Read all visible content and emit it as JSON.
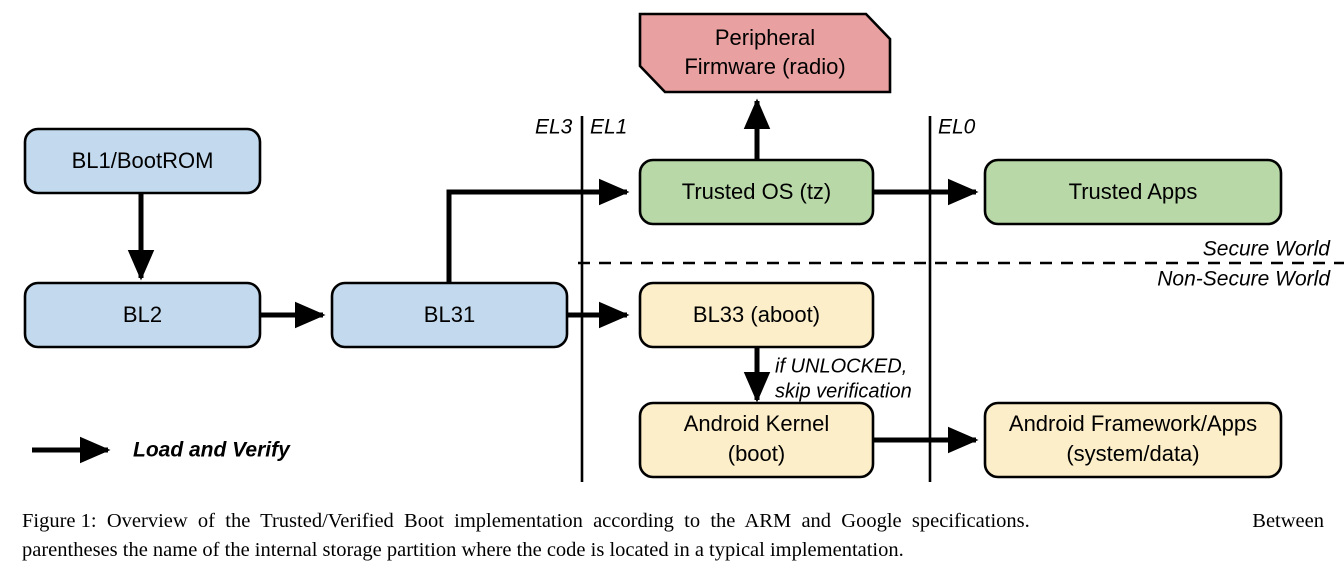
{
  "figure": {
    "caption_label": "Figure 1:",
    "caption_line1_left": "Figure 1:  Overview  of  the  Trusted/Verified  Boot  implementation  according  to  the  ARM  and  Google  specifications.",
    "caption_line1_right": "Between",
    "caption_line2": "parentheses the name of the internal storage partition where the code is located in a typical implementation."
  },
  "diagram": {
    "nodes": [
      {
        "id": "bl1",
        "label": "BL1/BootROM",
        "color": "#c3daee"
      },
      {
        "id": "bl2",
        "label": "BL2",
        "color": "#c3daee"
      },
      {
        "id": "bl31",
        "label": "BL31",
        "color": "#c3daee"
      },
      {
        "id": "periph",
        "label_line1": "Peripheral",
        "label_line2": "Firmware (radio)",
        "color": "#e8a0a0"
      },
      {
        "id": "tos",
        "label": "Trusted OS (tz)",
        "color": "#b8d8a8"
      },
      {
        "id": "tapps",
        "label": "Trusted Apps",
        "color": "#b8d8a8"
      },
      {
        "id": "bl33",
        "label": "BL33 (aboot)",
        "color": "#fceec9"
      },
      {
        "id": "akernel",
        "label_line1": "Android Kernel",
        "label_line2": "(boot)",
        "color": "#fceec9"
      },
      {
        "id": "aframework",
        "label_line1": "Android Framework/Apps",
        "label_line2": "(system/data)",
        "color": "#fceec9"
      }
    ],
    "exception_levels": [
      {
        "id": "el3",
        "label": "EL3"
      },
      {
        "id": "el1",
        "label": "EL1"
      },
      {
        "id": "el0",
        "label": "EL0"
      }
    ],
    "worlds": [
      {
        "id": "secure",
        "label": "Secure World"
      },
      {
        "id": "non-secure",
        "label": "Non-Secure World"
      }
    ],
    "edge_notes": [
      {
        "id": "unlocked-note",
        "line1": "if UNLOCKED,",
        "line2": "skip verification"
      }
    ],
    "legend": {
      "arrow_label": "Load and Verify"
    },
    "colors": {
      "blue": "#c3daee",
      "green": "#b8d8a8",
      "yellow": "#fceec9",
      "red": "#e8a0a0",
      "stroke": "#000000",
      "background": "#ffffff"
    }
  }
}
